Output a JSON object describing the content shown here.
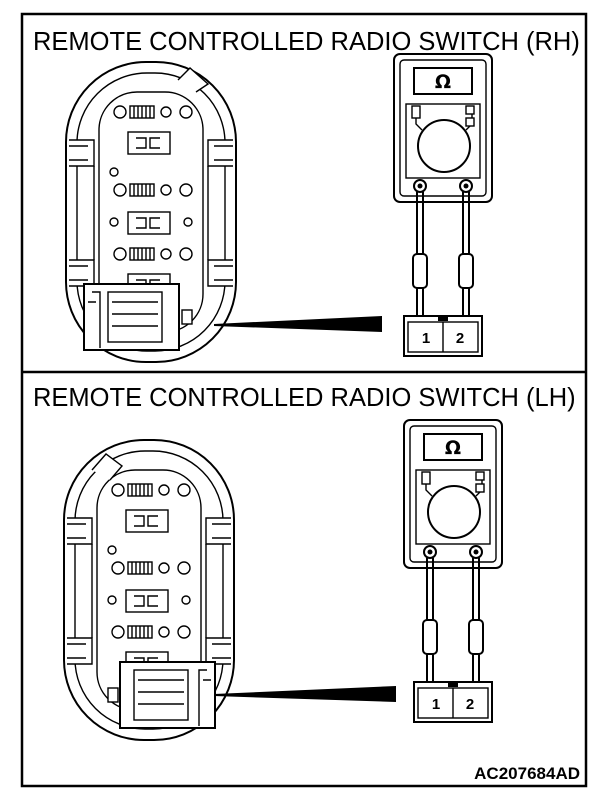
{
  "diagram": {
    "panels": [
      {
        "id": "rh",
        "title": "REMOTE CONTROLLED RADIO SWITCH (RH)",
        "meter_symbol": "Ω",
        "connector_pins": [
          "1",
          "2"
        ]
      },
      {
        "id": "lh",
        "title": "REMOTE CONTROLLED RADIO SWITCH (LH)",
        "meter_symbol": "Ω",
        "connector_pins": [
          "1",
          "2"
        ]
      }
    ],
    "figure_code": "AC207684AD"
  }
}
